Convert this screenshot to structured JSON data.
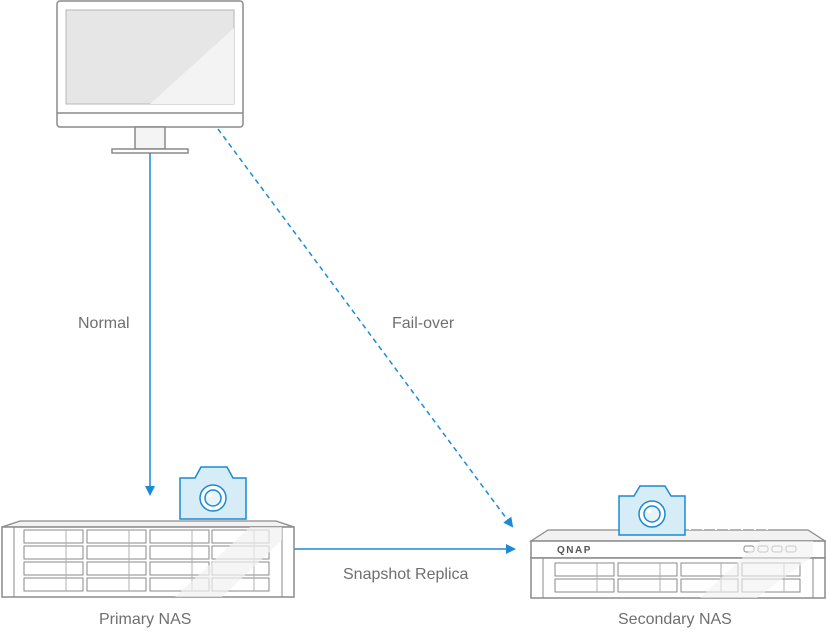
{
  "diagram": {
    "client_name": "",
    "primary_nas": {
      "label": "Primary NAS"
    },
    "secondary_nas": {
      "label": "Secondary NAS",
      "brand": "QNAP"
    },
    "edges": {
      "normal": {
        "label": "Normal",
        "style": "solid"
      },
      "failover": {
        "label": "Fail-over",
        "style": "dashed"
      },
      "snapshot_replica": {
        "label": "Snapshot Replica",
        "style": "solid"
      }
    },
    "colors": {
      "accent": "#1a8ad4",
      "device_outline": "#8a8a8a",
      "screen_fill": "#e6e6e6",
      "camera_fill": "#d6ecf7",
      "label_text": "#6f6f6f"
    },
    "icons": [
      "monitor-icon",
      "camera-icon",
      "nas-icon",
      "arrow-head-icon"
    ]
  }
}
